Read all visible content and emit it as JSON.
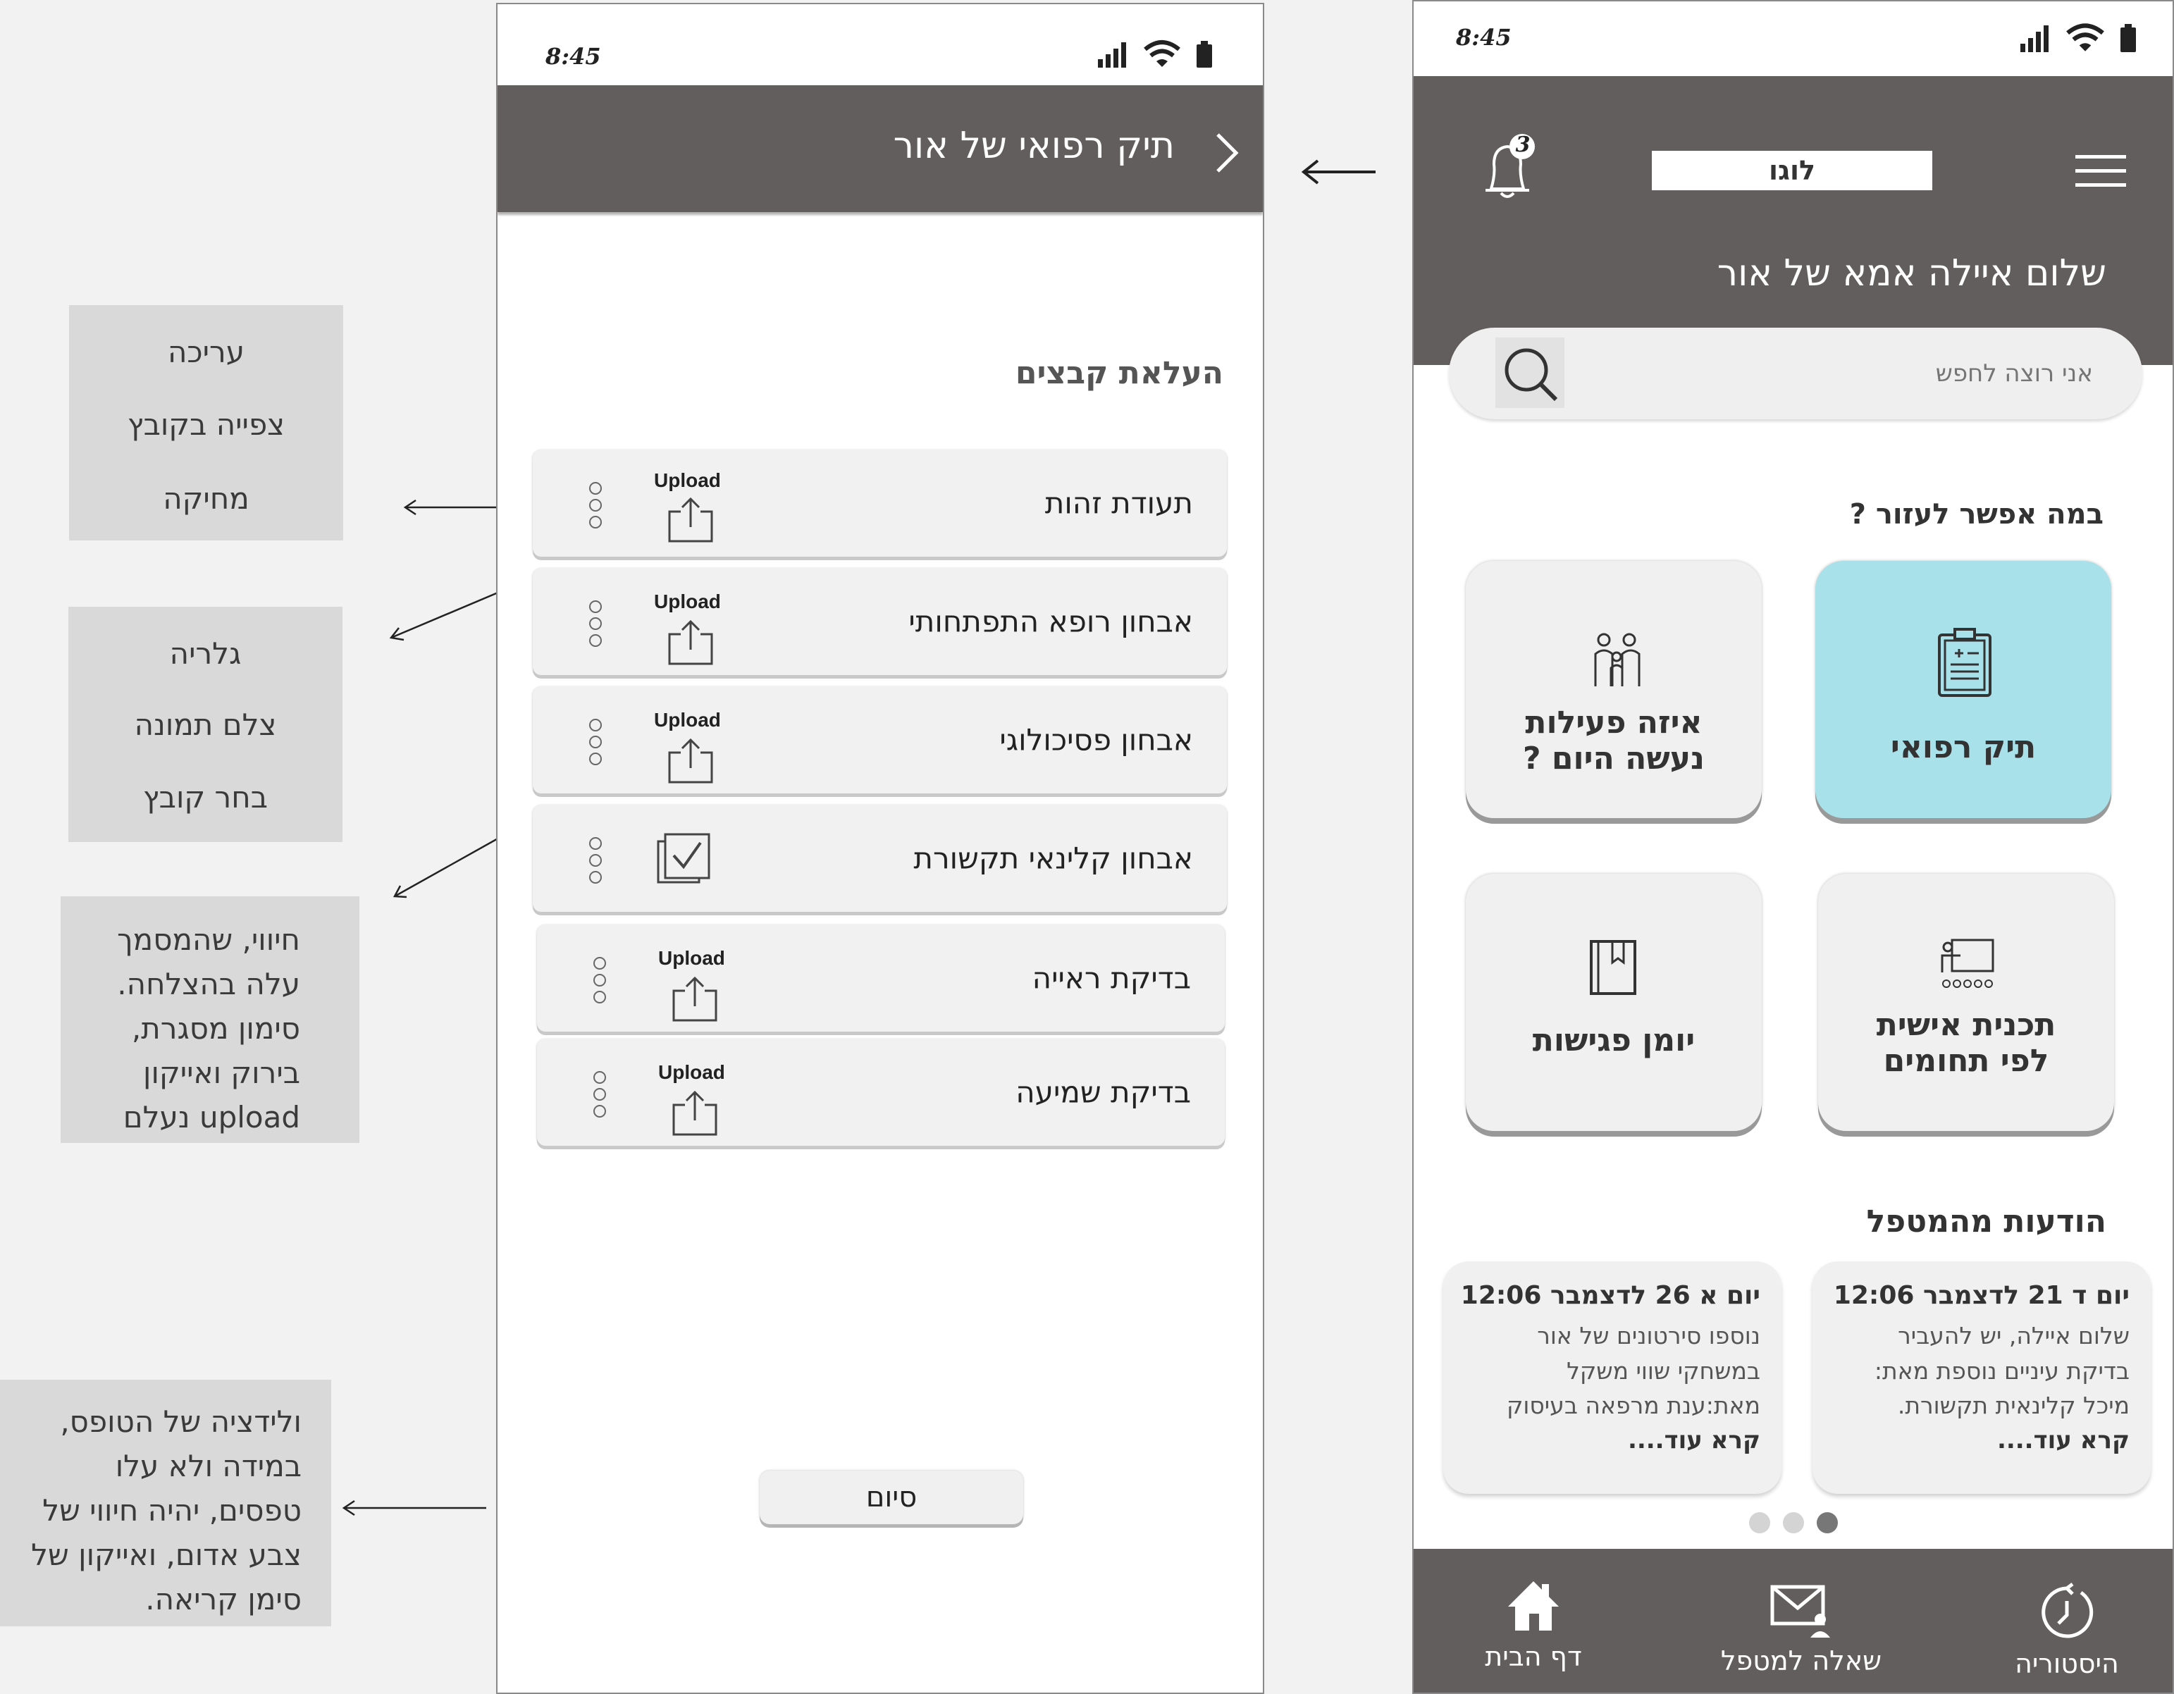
{
  "annotations": {
    "menu_options": [
      "עריכה",
      "צפייה בקובץ",
      "מחיקה"
    ],
    "upload_options": [
      "גלריה",
      "צלם תמונה",
      "בחר קובץ"
    ],
    "success_feedback": [
      "חיווי, שהמסמך",
      "עלה בהצלחה.",
      "סימון מסגרת,",
      "בירוק ואייקון",
      "upload נעלם"
    ],
    "validation_note": [
      "ולידציה של הטופס,",
      "במידה ולא  עלו",
      "טפסים,  יהיה חיווי של",
      "צבע אדום, ואייקון של",
      "סימן קריאה."
    ]
  },
  "upload_screen": {
    "time": "8:45",
    "header_title": "תיק רפואי של אור",
    "section_title": "העלאת קבצים",
    "upload_label": "Upload",
    "files": [
      {
        "name": "תעודת זהות",
        "uploaded": false
      },
      {
        "name": "אבחון רופא התפתחותי",
        "uploaded": false
      },
      {
        "name": "אבחון פסיכולוגי",
        "uploaded": false
      },
      {
        "name": "אבחון קלינאי תקשורת",
        "uploaded": true
      },
      {
        "name": "בדיקת ראייה",
        "uploaded": false
      },
      {
        "name": "בדיקת שמיעה",
        "uploaded": false
      }
    ],
    "finish_button": "סיום"
  },
  "home_screen": {
    "time": "8:45",
    "logo": "לוגו",
    "notification_count": "3",
    "greeting": "שלום איילה אמא של אור",
    "search_placeholder": "אני רוצה לחפש",
    "help_title": "במה אפשר לעזור ?",
    "tiles": {
      "medical": "תיק רפואי",
      "activity": [
        "איזה פעילות",
        "נעשה היום ?"
      ],
      "plan": [
        "תכנית אישית",
        "לפי תחומים"
      ],
      "meetings": "יומן פגישות"
    },
    "messages_title": "הודעות מהמטפל",
    "messages": [
      {
        "date": "יום ד 21 לדצמבר 12:06",
        "body": [
          "שלום איילה, יש להעביר",
          "בדיקת עיניים נוספת מאת:",
          "מיכל קלינאית תקשורת."
        ],
        "more": "קרא עוד...."
      },
      {
        "date": "יום א 26 לדצמבר 12:06",
        "body": [
          "נוספו סירטונים של אור",
          "במשחקי שווי משקל",
          "מאת:ענת מרפאה בעיסוק"
        ],
        "more": "קרא עוד...."
      }
    ],
    "carousel_active": 0,
    "nav": {
      "history": "היסטוריה",
      "ask": "שאלה למטפל",
      "home": "דף הבית"
    }
  },
  "colors": {
    "header": "#635e5e",
    "tile_active": "#a8e1ea",
    "tile": "#f0f0f0"
  }
}
